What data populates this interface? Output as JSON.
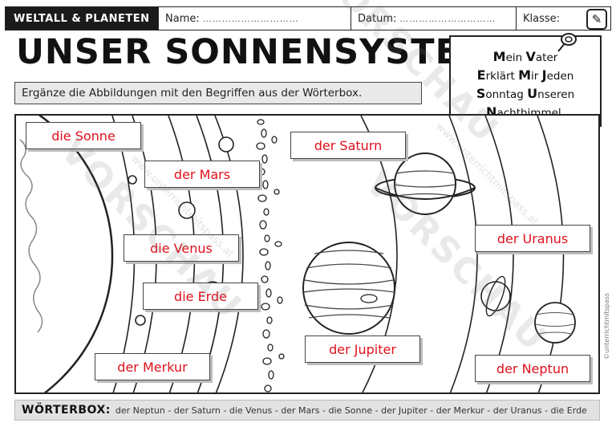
{
  "header": {
    "topic": "WELTALL & PLANETEN",
    "name_label": "Name:",
    "datum_label": "Datum:",
    "klasse_label": "Klasse:",
    "dots": "…………………………"
  },
  "title": "UNSER SONNENSYSTEM",
  "instruction": "Ergänze die Abbildungen mit den Begriffen aus der Wörterbox.",
  "mnemonic": {
    "line1_a": "M",
    "line1_b": "ein ",
    "line1_c": "V",
    "line1_d": "ater",
    "line2_a": "E",
    "line2_b": "rklärt ",
    "line2_c": "M",
    "line2_d": "ir ",
    "line2_e": "J",
    "line2_f": "eden",
    "line3_a": "S",
    "line3_b": "onntag ",
    "line3_c": "U",
    "line3_d": "nseren",
    "line4_a": "N",
    "line4_b": "achthimmel."
  },
  "labels": {
    "sonne": "die Sonne",
    "mars": "der Mars",
    "venus": "die Venus",
    "erde": "die Erde",
    "merkur": "der Merkur",
    "saturn": "der Saturn",
    "jupiter": "der Jupiter",
    "uranus": "der Uranus",
    "neptun": "der Neptun"
  },
  "wordbox": {
    "label": "WÖRTERBOX:",
    "words": "der Neptun - der Saturn - die Venus - der Mars - die Sonne - der Jupiter - der Merkur - der Uranus - die Erde"
  },
  "watermark": {
    "text": "VORSCHAU",
    "sub": "www.unterrichtmitspass.at"
  },
  "copyright": "©unterrichtmitspass",
  "colors": {
    "label_text": "#e0101b",
    "wordbox_bg": "#e2e2e2",
    "topic_bg": "#1b1b1b"
  }
}
